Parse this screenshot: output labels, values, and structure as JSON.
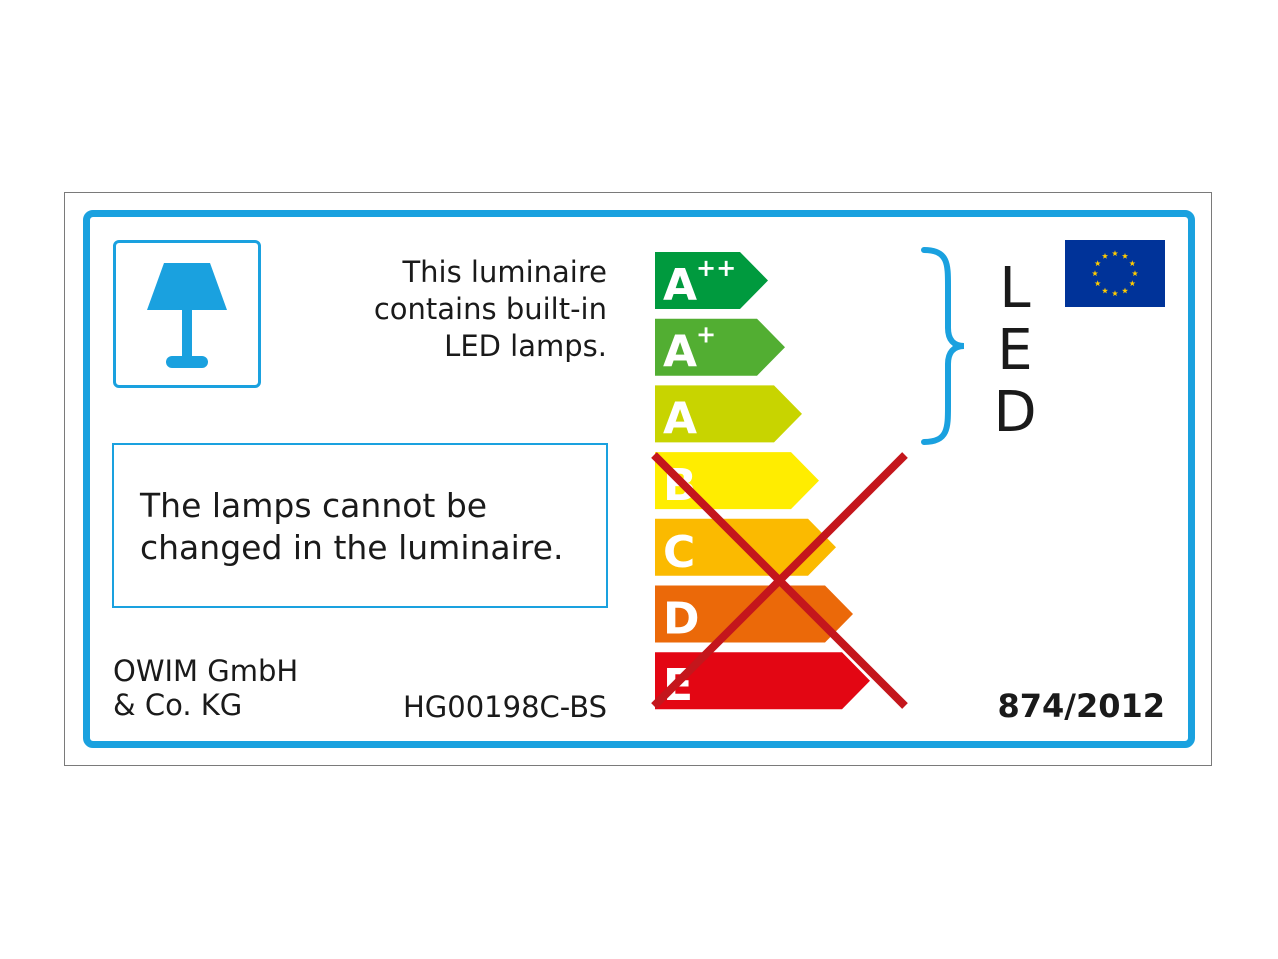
{
  "label": {
    "intro_lines": [
      "This luminaire",
      "contains built-in",
      "LED lamps."
    ],
    "notice_lines": [
      "The lamps cannot be",
      "changed in the luminaire."
    ],
    "manufacturer_lines": [
      "OWIM GmbH",
      "& Co. KG"
    ],
    "model": "HG00198C-BS",
    "regulation": "874/2012",
    "led_letters": [
      "L",
      "E",
      "D"
    ]
  },
  "energy_scale": {
    "classes": [
      {
        "letter": "A",
        "sup": "++",
        "color": "#009a3e",
        "applicable": true
      },
      {
        "letter": "A",
        "sup": "+",
        "color": "#52ae32",
        "applicable": true
      },
      {
        "letter": "A",
        "sup": "",
        "color": "#c8d400",
        "applicable": true
      },
      {
        "letter": "B",
        "sup": "",
        "color": "#ffed00",
        "applicable": false
      },
      {
        "letter": "C",
        "sup": "",
        "color": "#fbba00",
        "applicable": false
      },
      {
        "letter": "D",
        "sup": "",
        "color": "#eb6909",
        "applicable": false
      },
      {
        "letter": "E",
        "sup": "",
        "color": "#e30613",
        "applicable": false
      }
    ],
    "cross_color": "#c4161c"
  },
  "colors": {
    "frame": "#1aa1df",
    "eu_flag_blue": "#003399",
    "eu_star_yellow": "#ffcc00"
  },
  "icons": {
    "lamp": "table-lamp-icon",
    "eu_flag": "eu-flag-icon",
    "brace": "curly-brace-icon"
  }
}
